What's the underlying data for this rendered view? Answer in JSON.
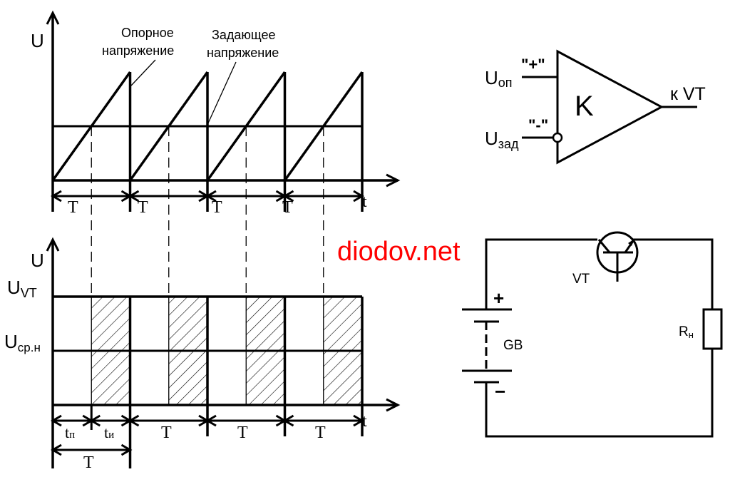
{
  "watermark": {
    "text": "diodov.net",
    "color": "#ff0000"
  },
  "top_plot": {
    "y_axis_label": "U",
    "x_axis_label": "t",
    "annotations": {
      "reference_line1": "Опорное",
      "reference_line2": "напряжение",
      "setpoint_line1": "Задающее",
      "setpoint_line2": "напряжение"
    },
    "period_labels": [
      "T",
      "T",
      "T",
      "T"
    ],
    "periods": 4,
    "setpoint_level_fraction": 0.5
  },
  "bottom_plot": {
    "y_axis_label": "U",
    "x_axis_label": "t",
    "level_labels": {
      "uvt_main": "U",
      "uvt_sub": "VT",
      "uavg_main": "U",
      "uavg_sub": "ср.н"
    },
    "pause_label_main": "t",
    "pause_label_sub": "п",
    "pulse_label_main": "t",
    "pulse_label_sub": "и",
    "first_period_label": "T",
    "period_labels": [
      "T",
      "T",
      "T"
    ],
    "duty_cycle": 0.5
  },
  "comparator": {
    "symbol": "K",
    "plus_label": "\"+\"",
    "minus_label": "\"-\"",
    "input_ref_main": "U",
    "input_ref_sub": "оп",
    "input_set_main": "U",
    "input_set_sub": "зад",
    "output_label": "к VT"
  },
  "circuit": {
    "transistor_label": "VT",
    "battery_label": "GB",
    "battery_plus": "+",
    "battery_minus": "−",
    "load_label_main": "R",
    "load_label_sub": "н"
  },
  "colors": {
    "ink": "#000000",
    "background": "#ffffff"
  }
}
